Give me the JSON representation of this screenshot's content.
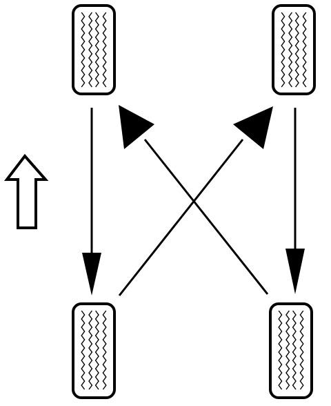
{
  "diagram": {
    "kind": "tire-rotation-pattern",
    "pattern": "rearward-cross",
    "colors": {
      "ink": "#000000",
      "paper": "#ffffff"
    },
    "direction_icon": "forward-arrow-icon",
    "wheels": [
      {
        "id": "front-left",
        "label": ""
      },
      {
        "id": "front-right",
        "label": ""
      },
      {
        "id": "rear-left",
        "label": ""
      },
      {
        "id": "rear-right",
        "label": ""
      }
    ],
    "moves": [
      {
        "from": "front-left",
        "to": "rear-left"
      },
      {
        "from": "front-right",
        "to": "rear-right"
      },
      {
        "from": "rear-left",
        "to": "front-right"
      },
      {
        "from": "rear-right",
        "to": "front-left"
      }
    ]
  }
}
